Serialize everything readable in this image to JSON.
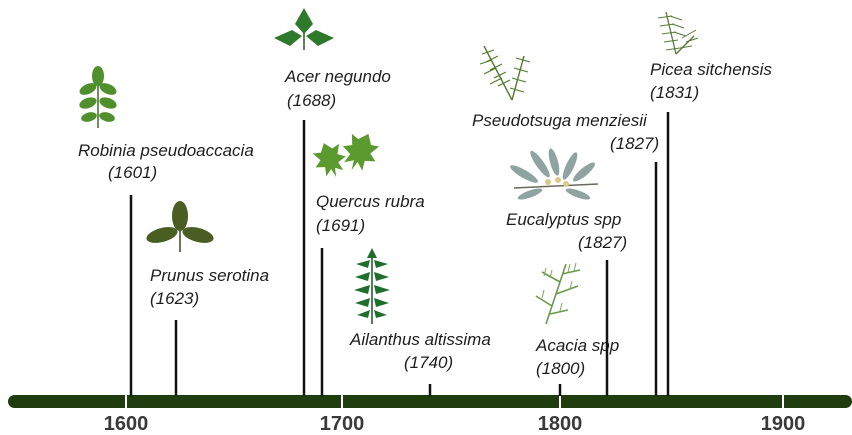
{
  "timeline": {
    "axis_color": "#1f3d0e",
    "leaf_color": "#3f7a2a",
    "centuries": [
      {
        "label": "1600"
      },
      {
        "label": "1700"
      },
      {
        "label": "1800"
      },
      {
        "label": "1900"
      }
    ],
    "species": [
      {
        "name": "Robinia pseudoaccacia",
        "year_label": "(1601)",
        "leaf_icon": "pinnate-leaf-icon"
      },
      {
        "name": "Prunus serotina",
        "year_label": "(1623)",
        "leaf_icon": "trifoliate-leaf-icon"
      },
      {
        "name": "Acer negundo",
        "year_label": "(1688)",
        "leaf_icon": "trifoliate-leaf-icon"
      },
      {
        "name": "Quercus rubra",
        "year_label": "(1691)",
        "leaf_icon": "oak-leaf-icon"
      },
      {
        "name": "Ailanthus altissima",
        "year_label": "(1740)",
        "leaf_icon": "pinnate-leaf-icon"
      },
      {
        "name": "Acacia spp",
        "year_label": "(1800)",
        "leaf_icon": "feathery-leaf-icon"
      },
      {
        "name": "Eucalyptus spp",
        "year_label": "(1827)",
        "leaf_icon": "eucalyptus-branch-icon"
      },
      {
        "name": "Pseudotsuga menziesii",
        "year_label": "(1827)",
        "leaf_icon": "conifer-branch-icon"
      },
      {
        "name": "Picea sitchensis",
        "year_label": "(1831)",
        "leaf_icon": "conifer-branch-icon"
      }
    ]
  }
}
